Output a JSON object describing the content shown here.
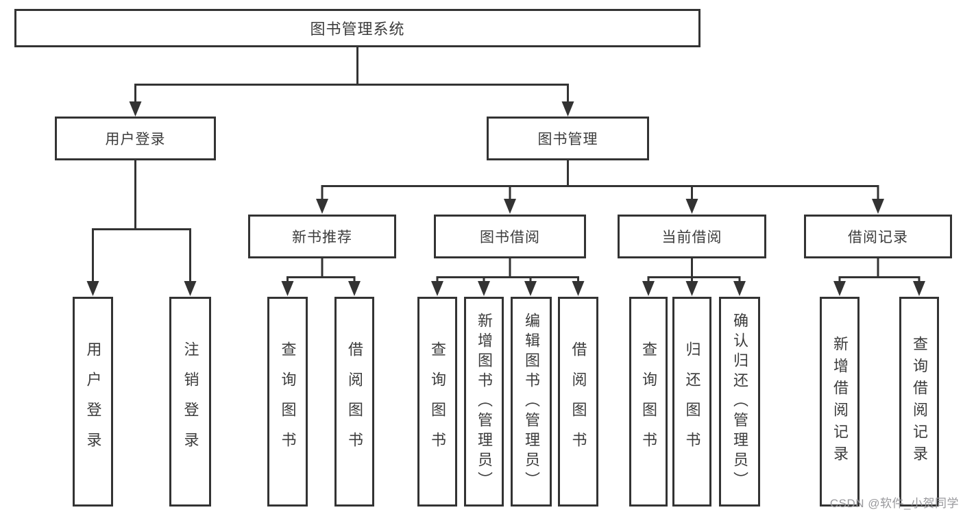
{
  "diagram": {
    "root": {
      "label": "图书管理系统"
    },
    "branches": [
      {
        "label": "用户登录",
        "children": [
          {
            "label": "用户登录"
          },
          {
            "label": "注销登录"
          }
        ]
      },
      {
        "label": "图书管理",
        "children": [
          {
            "label": "新书推荐",
            "children": [
              {
                "label": "查询图书"
              },
              {
                "label": "借阅图书"
              }
            ]
          },
          {
            "label": "图书借阅",
            "children": [
              {
                "label": "查询图书"
              },
              {
                "label": "新增图书（管理员）"
              },
              {
                "label": "编辑图书（管理员）"
              },
              {
                "label": "借阅图书"
              }
            ]
          },
          {
            "label": "当前借阅",
            "children": [
              {
                "label": "查询图书"
              },
              {
                "label": "归还图书"
              },
              {
                "label": "确认归还（管理员）"
              }
            ]
          },
          {
            "label": "借阅记录",
            "children": [
              {
                "label": "新增借阅记录"
              },
              {
                "label": "查询借阅记录"
              }
            ]
          }
        ]
      }
    ]
  },
  "watermark": {
    "text": "CSDN @软件_小贺同学"
  },
  "colors": {
    "line": "#333333",
    "box_border": "#333333",
    "text": "#3c3c3c",
    "watermark": "#98989c",
    "background": "#ffffff"
  }
}
